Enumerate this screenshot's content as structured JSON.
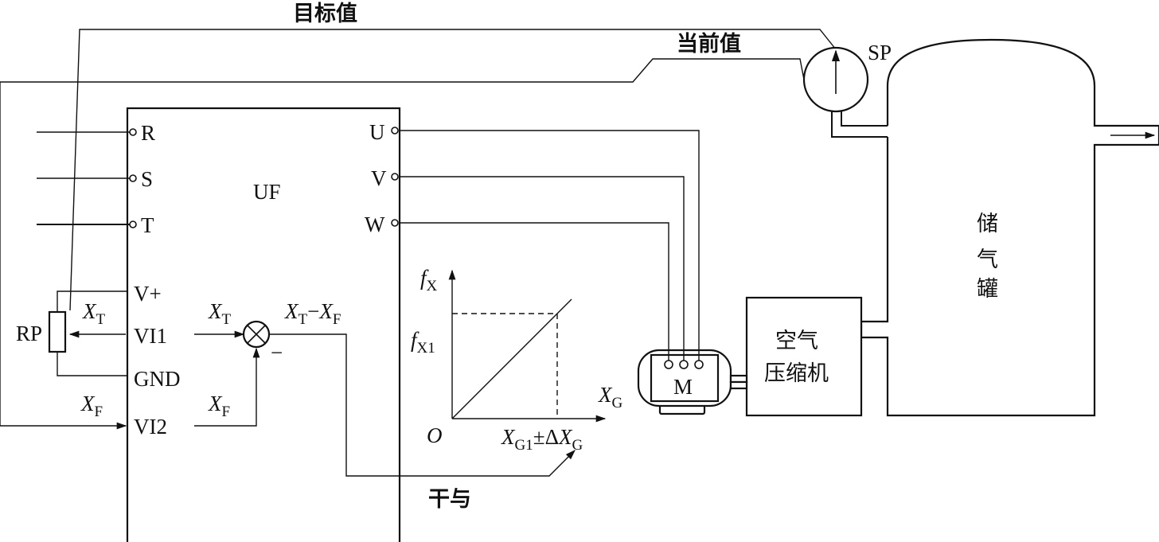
{
  "signals": {
    "target": "目标值",
    "current": "当前值",
    "interference": "干与"
  },
  "sensor": {
    "label": "SP"
  },
  "inverter": {
    "label": "UF",
    "inputs": [
      "R",
      "S",
      "T"
    ],
    "outputs": [
      "U",
      "V",
      "W"
    ],
    "control": [
      "V+",
      "VI1",
      "GND",
      "VI2"
    ]
  },
  "pot": {
    "label": "RP"
  },
  "sig": {
    "x": "X",
    "t": "T",
    "f": "F",
    "minus": "−",
    "sum_minus": "−"
  },
  "motor": {
    "label": "M"
  },
  "compressor": {
    "line1": "空气",
    "line2": "压缩机"
  },
  "tank": {
    "chars": [
      "储",
      "气",
      "罐"
    ]
  },
  "graph": {
    "y_var": "f",
    "y_sub": "X",
    "y1_var": "f",
    "y1_sub": "X1",
    "x_var": "X",
    "x_sub": "G",
    "origin": "O",
    "x1_var": "X",
    "x1_sub": "G1",
    "pm": "±",
    "delta": "Δ"
  }
}
